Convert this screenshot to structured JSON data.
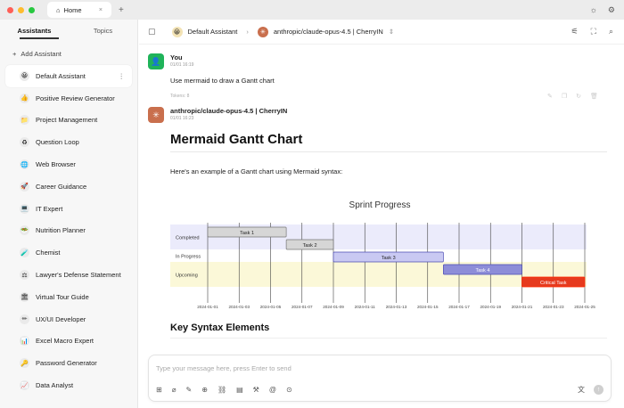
{
  "titlebar": {
    "traffic_colors": [
      "#ff5f57",
      "#febc2e",
      "#28c840"
    ],
    "tab_label": "Home",
    "tab_close": "×",
    "new_tab": "+",
    "theme_icon": "☼",
    "settings_icon": "⚙"
  },
  "sidebar": {
    "tabs": [
      "Assistants",
      "Topics"
    ],
    "add_label": "Add Assistant",
    "items": [
      {
        "label": "Default Assistant",
        "emoji": "😀"
      },
      {
        "label": "Positive Review Generator",
        "emoji": "👍"
      },
      {
        "label": "Project Management",
        "emoji": "📁"
      },
      {
        "label": "Question Loop",
        "emoji": "♻"
      },
      {
        "label": "Web Browser",
        "emoji": "🌐"
      },
      {
        "label": "Career Guidance",
        "emoji": "🚀"
      },
      {
        "label": "IT Expert",
        "emoji": "💻"
      },
      {
        "label": "Nutrition Planner",
        "emoji": "🥗"
      },
      {
        "label": "Chemist",
        "emoji": "🧪"
      },
      {
        "label": "Lawyer's Defense Statement",
        "emoji": "⚖"
      },
      {
        "label": "Virtual Tour Guide",
        "emoji": "🏛"
      },
      {
        "label": "UX/UI Developer",
        "emoji": "✏"
      },
      {
        "label": "Excel Macro Expert",
        "emoji": "📊"
      },
      {
        "label": "Password Generator",
        "emoji": "🔑"
      },
      {
        "label": "Data Analyst",
        "emoji": "📈"
      }
    ],
    "more_icon": "⋮"
  },
  "topbar": {
    "assistant_name": "Default Assistant",
    "model_name": "anthropic/claude-opus-4.5 | CherryIN",
    "toggle_icon": "▢",
    "chevron": "›",
    "switch_icon": "⇕",
    "action_icons": [
      "⚟",
      "⛶",
      "⌕"
    ]
  },
  "messages": {
    "user": {
      "name": "You",
      "time": "01/01 16:19",
      "text": "Use mermaid to draw a Gantt chart",
      "tokens": "Tokens: 8",
      "avatar_color": "#1fb35a"
    },
    "assistant": {
      "name": "anthropic/claude-opus-4.5 | CherryIN",
      "time": "01/01 16:23",
      "avatar_color": "#c96f4d",
      "heading": "Mermaid Gantt Chart",
      "intro": "Here's an example of a Gantt chart using Mermaid syntax:",
      "heading2": "Key Syntax Elements"
    }
  },
  "chart_data": {
    "type": "gantt",
    "title": "Sprint Progress",
    "sections": [
      "Completed",
      "In Progress",
      "Upcoming"
    ],
    "x_ticks": [
      "2024-01-01",
      "2024-01-03",
      "2024-01-05",
      "2024-01-07",
      "2024-01-09",
      "2024-01-11",
      "2024-01-13",
      "2024-01-15",
      "2024-01-17",
      "2024-01-19",
      "2024-01-21",
      "2024-01-23",
      "2024-01-25"
    ],
    "xlim": [
      "2024-01-01",
      "2024-01-25"
    ],
    "tasks": [
      {
        "name": "Task 1",
        "section": "Completed",
        "start": "2024-01-01",
        "end": "2024-01-06",
        "status": "done"
      },
      {
        "name": "Task 2",
        "section": "Completed",
        "start": "2024-01-06",
        "end": "2024-01-09",
        "status": "done"
      },
      {
        "name": "Task 3",
        "section": "In Progress",
        "start": "2024-01-09",
        "end": "2024-01-16",
        "status": "active"
      },
      {
        "name": "Task 4",
        "section": "Upcoming",
        "start": "2024-01-16",
        "end": "2024-01-21",
        "status": "pending"
      },
      {
        "name": "Critical Task",
        "section": "Upcoming",
        "start": "2024-01-21",
        "end": "2024-01-25",
        "status": "critical"
      }
    ],
    "colors": {
      "done": "#d6d6d6",
      "active": "#c9c9f2",
      "pending": "#8d8dd8",
      "critical": "#e63a1e",
      "section_odd": "#ebebfb",
      "section_even": "#fbf8d8"
    }
  },
  "input": {
    "placeholder": "Type your message here, press Enter to send",
    "tool_icons": [
      "⊞",
      "⌀",
      "✎",
      "⊕",
      "⛓",
      "▤",
      "⚒",
      "@",
      "⊙"
    ],
    "translate_icon": "文",
    "send_icon": "↑"
  }
}
